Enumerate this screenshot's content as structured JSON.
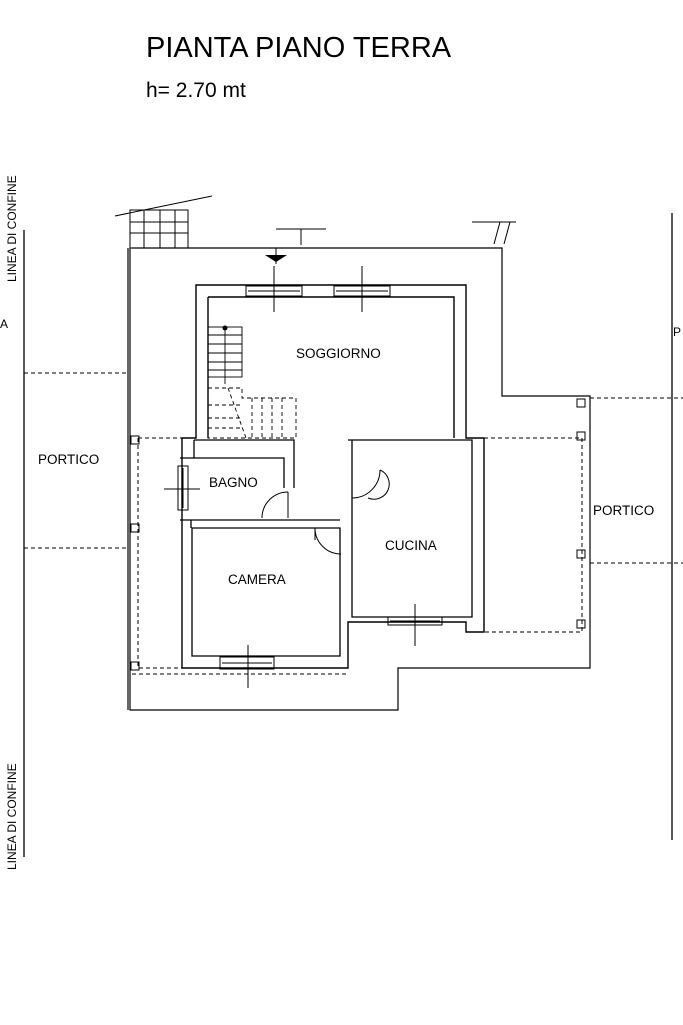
{
  "header": {
    "title": "PIANTA PIANO TERRA",
    "height_note": "h= 2.70 mt"
  },
  "rooms": {
    "soggiorno": "SOGGIORNO",
    "bagno": "BAGNO",
    "cucina": "CUCINA",
    "camera": "CAMERA",
    "portico_left": "PORTICO",
    "portico_right": "PORTICO"
  },
  "boundary": {
    "top": "LINEA DI CONFINE",
    "bottom": "LINEA DI CONFINE"
  },
  "fragments": {
    "left": "A",
    "right": "P"
  }
}
